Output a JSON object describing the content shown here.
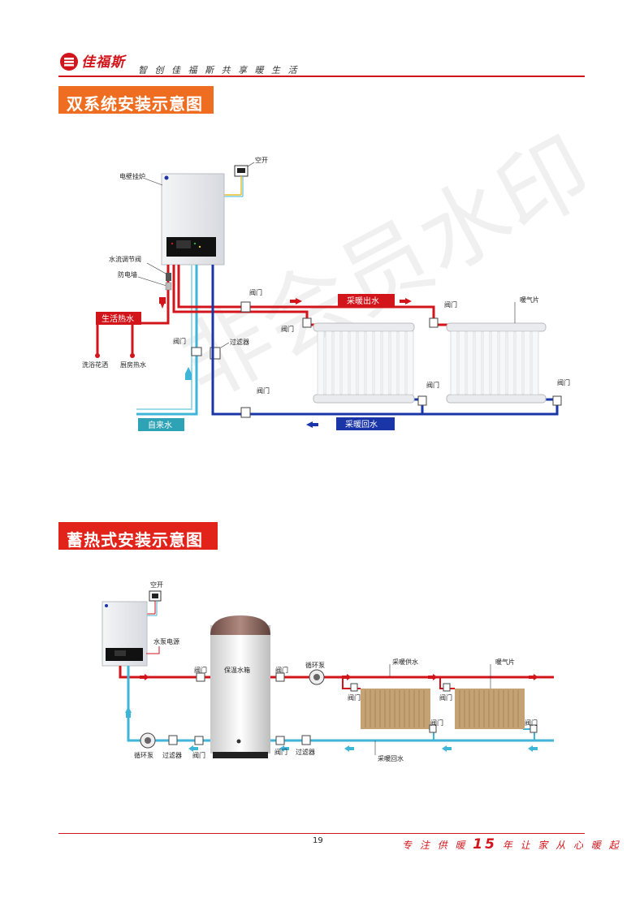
{
  "header": {
    "brand": "佳福斯",
    "slogan": "智 创 佳 福 斯   共 享 暖 生 活"
  },
  "sections": {
    "dual_title": "双系统安装示意图",
    "storage_title": "蓄热式安装示意图"
  },
  "dual": {
    "air_switch": "空开",
    "boiler": "电壁挂炉",
    "flow_valve": "水流调节阀",
    "anti_shock": "防电墙",
    "domestic_hot": "生活热水",
    "shower": "洗浴花洒",
    "kitchen": "厨房热水",
    "tap_water": "自来水",
    "valve": "阀门",
    "filter": "过滤器",
    "supply": "采暖出水",
    "return": "采暖回水",
    "radiator": "暖气片"
  },
  "storage": {
    "air_switch": "空开",
    "pump_power": "水泵电源",
    "tank": "保温水箱",
    "valve": "阀门",
    "pump": "循环泵",
    "filter": "过滤器",
    "supply": "采暖供水",
    "return": "采暖回水",
    "radiator": "暖气片"
  },
  "watermark": "非会员水印",
  "footer": {
    "page": "19",
    "slogan_pre": "专 注 供 暖",
    "slogan_num": "15",
    "slogan_post": "年   让 家 从 心 暖 起"
  },
  "colors": {
    "red": "#d2151b",
    "orange": "#ef6d21",
    "blue": "#1a35a8",
    "cyan": "#3fb6d8"
  }
}
